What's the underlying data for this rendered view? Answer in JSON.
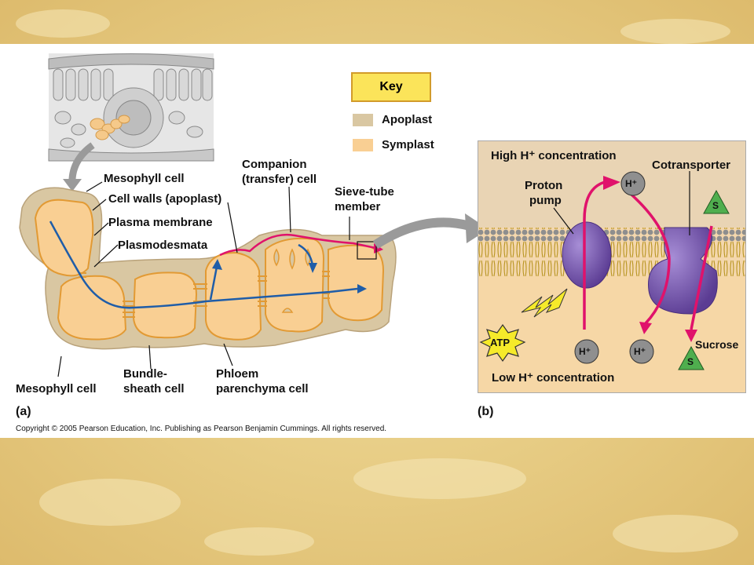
{
  "key": {
    "title": "Key",
    "items": [
      {
        "label": "Apoplast",
        "color": "#d9c7a2"
      },
      {
        "label": "Symplast",
        "color": "#f9cf93"
      }
    ]
  },
  "panel_a": {
    "letter": "(a)",
    "labels": {
      "mesophyll_top": "Mesophyll cell",
      "cell_walls": "Cell walls (apoplast)",
      "plasma_membrane": "Plasma membrane",
      "plasmodesmata": "Plasmodesmata",
      "companion_1": "Companion",
      "companion_2": "(transfer) cell",
      "sieve_1": "Sieve-tube",
      "sieve_2": "member",
      "mesophyll_bottom": "Mesophyll cell",
      "bundle_1": "Bundle-",
      "bundle_2": "sheath cell",
      "phloem_1": "Phloem",
      "phloem_2": "parenchyma cell"
    }
  },
  "panel_b": {
    "letter": "(b)",
    "labels": {
      "high_h": "High H⁺ concentration",
      "low_h": "Low H⁺ concentration",
      "proton_1": "Proton",
      "proton_2": "pump",
      "cotransporter": "Cotransporter",
      "sucrose": "Sucrose",
      "atp": "ATP",
      "h_ion": "H⁺",
      "s": "S"
    }
  },
  "colors": {
    "background": "#ead18a",
    "apoplast": "#d9c7a2",
    "symplast": "#f9cf93",
    "blue_arrow": "#1f5da8",
    "pink_arrow": "#e0126b",
    "membrane": "#c9a23e",
    "protein": "#7d5fb4"
  },
  "copyright": "Copyright ©  2005 Pearson Education, Inc. Publishing as Pearson Benjamin Cummings. All rights reserved."
}
